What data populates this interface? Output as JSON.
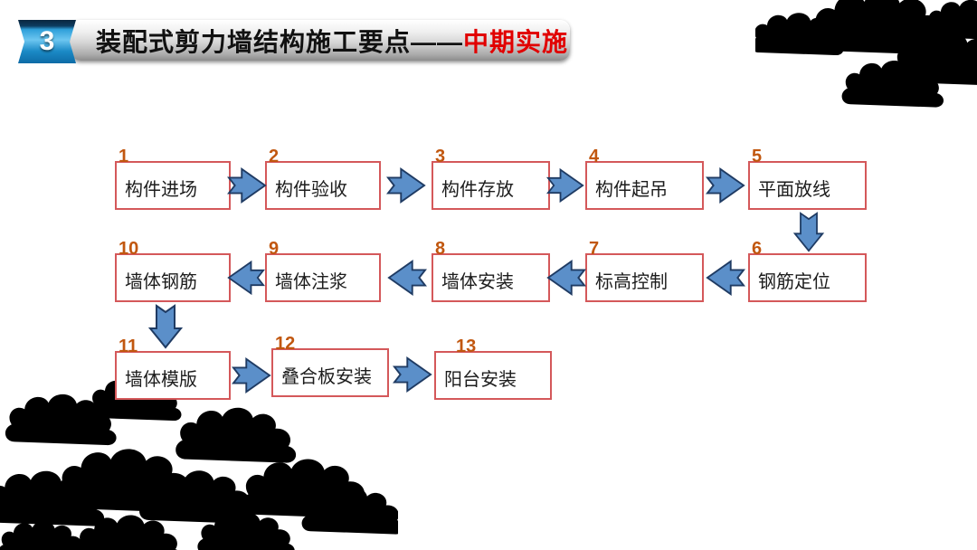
{
  "slide_title": {
    "badge": "3",
    "black_text": "装配式剪力墙结构施工要点——",
    "red_text": "中期实施"
  },
  "flowchart": {
    "steps": [
      {
        "num": "1",
        "label": "构件进场"
      },
      {
        "num": "2",
        "label": "构件验收"
      },
      {
        "num": "3",
        "label": "构件存放"
      },
      {
        "num": "4",
        "label": "构件起吊"
      },
      {
        "num": "5",
        "label": "平面放线"
      },
      {
        "num": "6",
        "label": "钢筋定位"
      },
      {
        "num": "7",
        "label": "标高控制"
      },
      {
        "num": "8",
        "label": "墙体安装"
      },
      {
        "num": "9",
        "label": "墙体注浆"
      },
      {
        "num": "10",
        "label": "墙体钢筋"
      },
      {
        "num": "11",
        "label": "墙体模版"
      },
      {
        "num": "12",
        "label": "叠合板安装"
      },
      {
        "num": "13",
        "label": "阳台安装"
      }
    ],
    "connections": [
      {
        "from": "1",
        "to": "2",
        "dir": "right"
      },
      {
        "from": "2",
        "to": "3",
        "dir": "right"
      },
      {
        "from": "3",
        "to": "4",
        "dir": "right"
      },
      {
        "from": "4",
        "to": "5",
        "dir": "right"
      },
      {
        "from": "5",
        "to": "6",
        "dir": "down"
      },
      {
        "from": "6",
        "to": "7",
        "dir": "left"
      },
      {
        "from": "7",
        "to": "8",
        "dir": "left"
      },
      {
        "from": "8",
        "to": "9",
        "dir": "left"
      },
      {
        "from": "9",
        "to": "10",
        "dir": "left"
      },
      {
        "from": "10",
        "to": "11",
        "dir": "down"
      },
      {
        "from": "11",
        "to": "12",
        "dir": "right"
      },
      {
        "from": "12",
        "to": "13",
        "dir": "right"
      }
    ]
  },
  "decorations": {
    "top_right": "chinese-auspicious-cloud-outline-pattern",
    "bottom_left": "chinese-auspicious-cloud-outline-pattern"
  },
  "colors": {
    "box_border": "#d4585a",
    "step_number": "#c1570f",
    "arrow_fill": "#5b8fc9",
    "arrow_outline": "#1f3b63",
    "title_red": "#e10000",
    "badge_blue": "#2e9fd9",
    "bar_gray": "#c9c9c9",
    "cloud_outline": "#c65260"
  }
}
